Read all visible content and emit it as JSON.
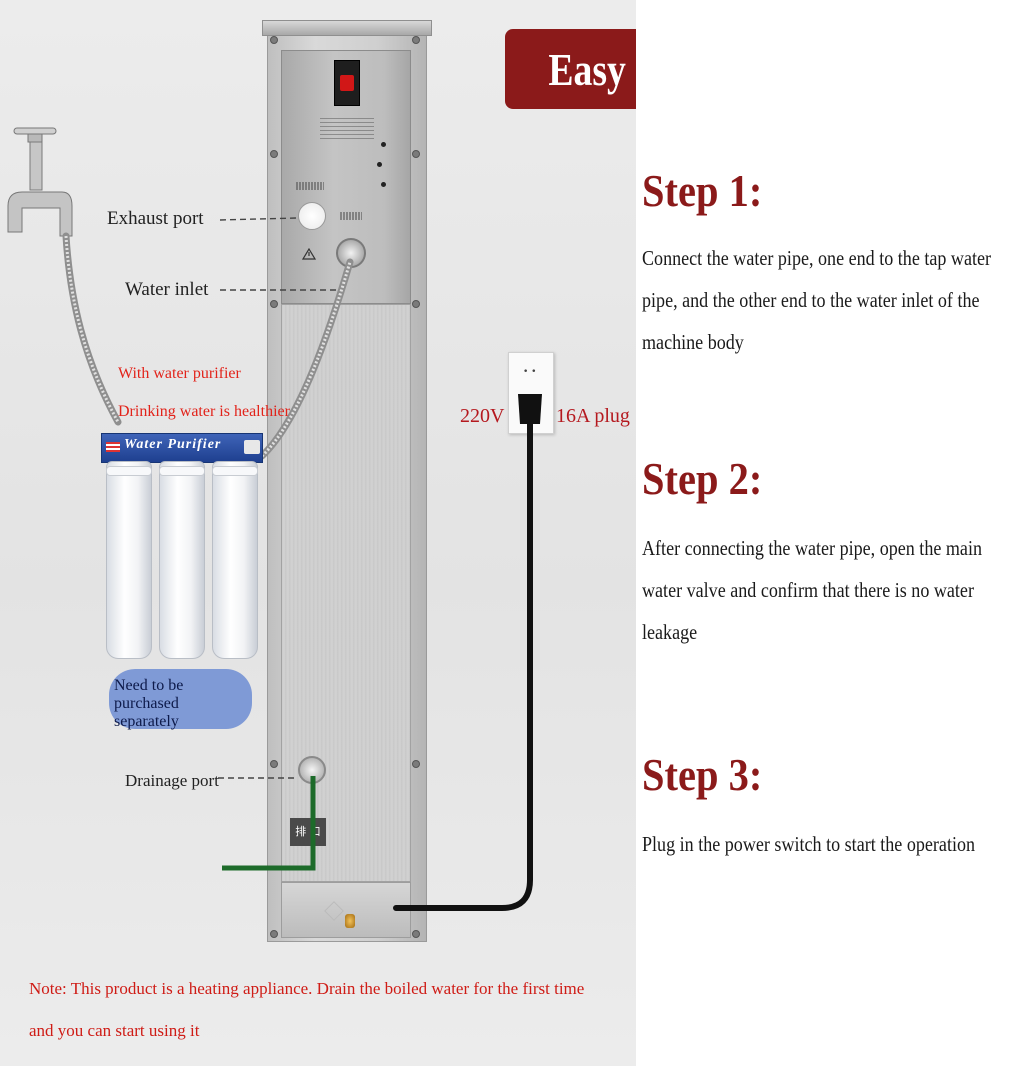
{
  "title": "Easy installation",
  "callouts": {
    "exhaust_port": "Exhaust port",
    "water_inlet": "Water inlet",
    "drainage_port": "Drainage port"
  },
  "purifier": {
    "line1": "With water purifier",
    "line2": "Drinking water is healthier",
    "brand_label": "Water Purifier",
    "purchase_line1": "Need to be purchased",
    "purchase_line2": "separately"
  },
  "power": {
    "voltage": "220V",
    "plug": "16A plug"
  },
  "machine": {
    "drain_label": "排 口"
  },
  "note": {
    "line1": "Note: This product is a heating appliance. Drain the boiled water for the first time",
    "line2": "and you can start using it"
  },
  "steps": [
    {
      "heading": "Step 1:",
      "body": "Connect the water pipe, one end to the tap water pipe, and the other end to the water inlet of the machine body"
    },
    {
      "heading": "Step 2:",
      "body": "After connecting the water pipe, open the main water valve and confirm that there is no water leakage"
    },
    {
      "heading": "Step 3:",
      "body": "Plug in the power switch to start the operation"
    }
  ],
  "colors": {
    "banner": "#8b1a1a",
    "step_heading": "#8b1a1a",
    "red_note": "#cf1c16",
    "purchase_badge": "#7f9ad6",
    "drain_pipe": "#1d6b2a"
  }
}
